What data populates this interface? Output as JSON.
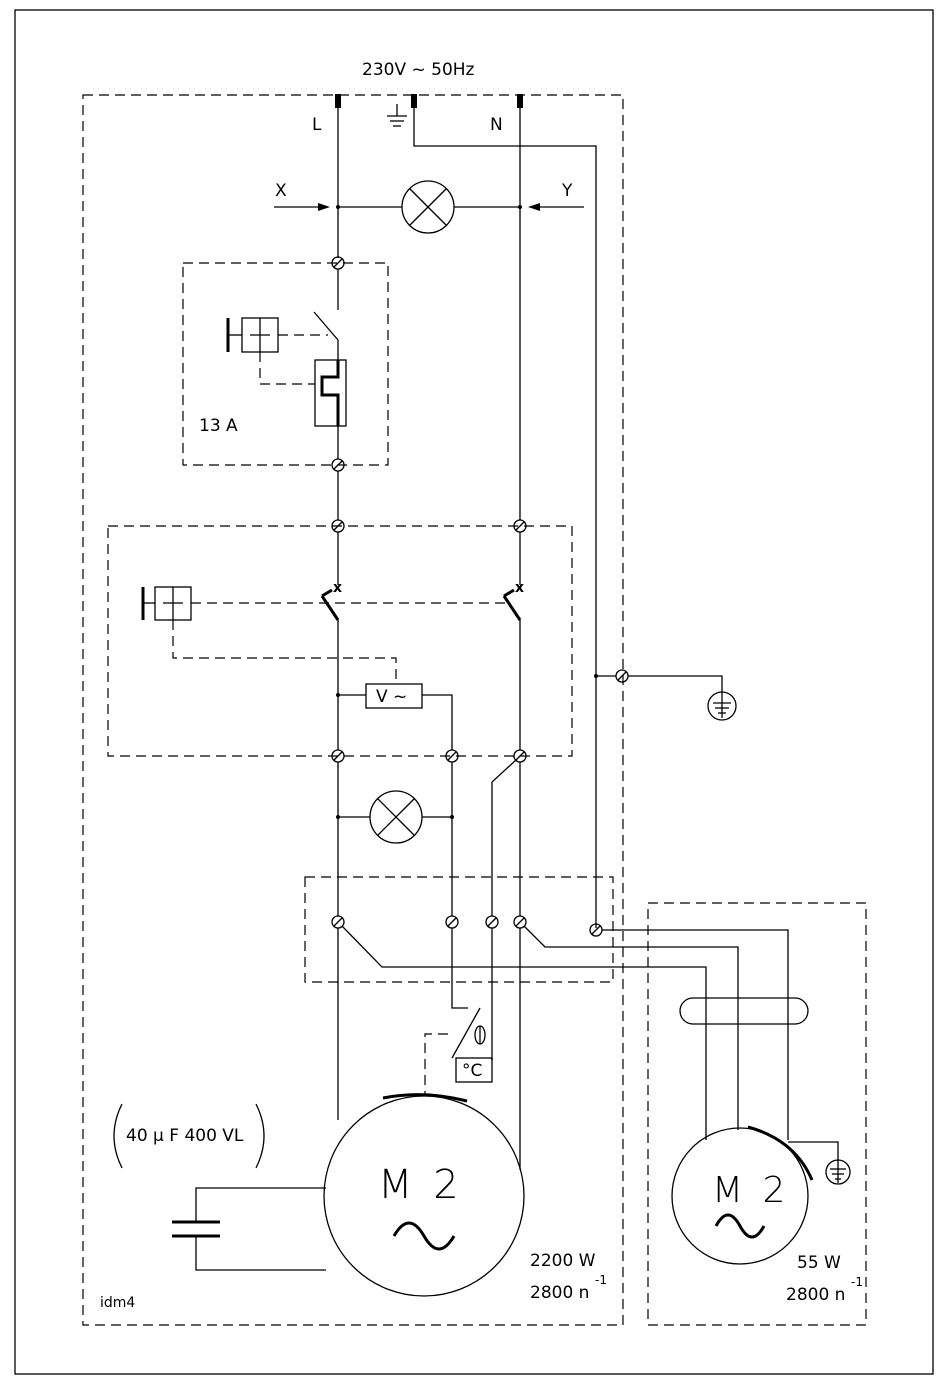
{
  "supply": "230V ~ 50Hz",
  "terminals": {
    "line": "L",
    "neutral": "N"
  },
  "arrows": {
    "left": "X",
    "right": "Y"
  },
  "breaker": {
    "rating": "13 A"
  },
  "voltmeter": {
    "label": "V ~"
  },
  "thermostat": {
    "label": "°C"
  },
  "capacitor": {
    "label": "40 µ F 400 VL"
  },
  "motor_main": {
    "label": "M 2",
    "power": "2200 W",
    "speed": "2800 n",
    "speed_exp": "-1"
  },
  "motor_fan": {
    "label": "M 2",
    "power": "55 W",
    "speed": "2800 n",
    "speed_exp": "-1"
  },
  "drawing_id": "idm4",
  "colors": {
    "line": "#000000",
    "background": "#ffffff"
  },
  "icons": [
    "ground-icon",
    "lamp-icon",
    "terminal-icon",
    "switch-icon",
    "motor-icon",
    "capacitor-icon"
  ]
}
